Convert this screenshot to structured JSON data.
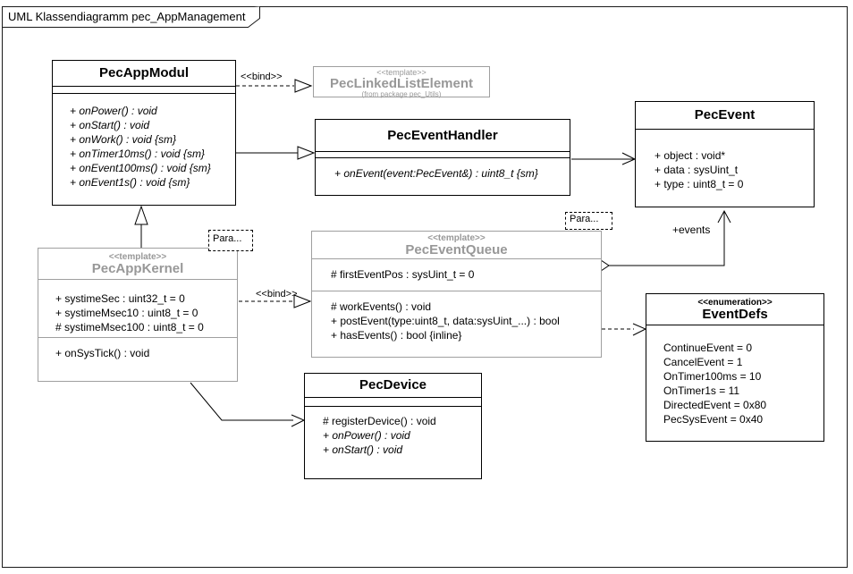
{
  "frame": {
    "title": "UML Klassendiagramm pec_AppManagement"
  },
  "classes": {
    "pecAppModul": {
      "name": "PecAppModul",
      "operations": [
        "+ onPower() : void",
        "+ onStart() : void",
        "+ onWork() : void {sm}",
        "+ onTimer10ms() : void {sm}",
        "+ onEvent100ms() : void {sm}",
        "+ onEvent1s() : void {sm}"
      ]
    },
    "pecLinkedListElement": {
      "stereotype": "<<template>>",
      "name": "PecLinkedListElement",
      "from_package": "(from package pec_Utils)"
    },
    "pecEventHandler": {
      "name": "PecEventHandler",
      "operations": [
        "+ onEvent(event:PecEvent&) : uint8_t {sm}"
      ]
    },
    "pecEvent": {
      "name": "PecEvent",
      "attributes": [
        "+ object : void*",
        "+ data : sysUint_t",
        "+ type : uint8_t = 0"
      ]
    },
    "pecAppKernel": {
      "stereotype": "<<template>>",
      "name": "PecAppKernel",
      "attributes": [
        "+ systimeSec : uint32_t = 0",
        "+ systimeMsec10 : uint8_t = 0",
        "# systimeMsec100 : uint8_t = 0"
      ],
      "operations": [
        "+ onSysTick() : void"
      ]
    },
    "pecEventQueue": {
      "stereotype": "<<template>>",
      "name": "PecEventQueue",
      "attributes": [
        "# firstEventPos : sysUint_t = 0"
      ],
      "operations": [
        "# workEvents() : void",
        "+ postEvent(type:uint8_t, data:sysUint_...) : bool",
        "+ hasEvents() : bool {inline}"
      ]
    },
    "eventDefs": {
      "stereotype": "<<enumeration>>",
      "name": "EventDefs",
      "literals": [
        "ContinueEvent = 0",
        "CancelEvent = 1",
        "OnTimer100ms = 10",
        "OnTimer1s = 11",
        "DirectedEvent = 0x80",
        "PecSysEvent = 0x40"
      ]
    },
    "pecDevice": {
      "name": "PecDevice",
      "operations": [
        "# registerDevice() : void",
        "+ onPower() : void",
        "+ onStart() : void"
      ]
    }
  },
  "labels": {
    "bind_modul": "<<bind>>",
    "bind_kernel": "<<bind>>",
    "events_role": "+events",
    "para_kernel": "Para...",
    "para_queue": "Para..."
  },
  "colors": {
    "line": "#000000",
    "template_gray": "#9f9f9f",
    "background": "#ffffff"
  }
}
